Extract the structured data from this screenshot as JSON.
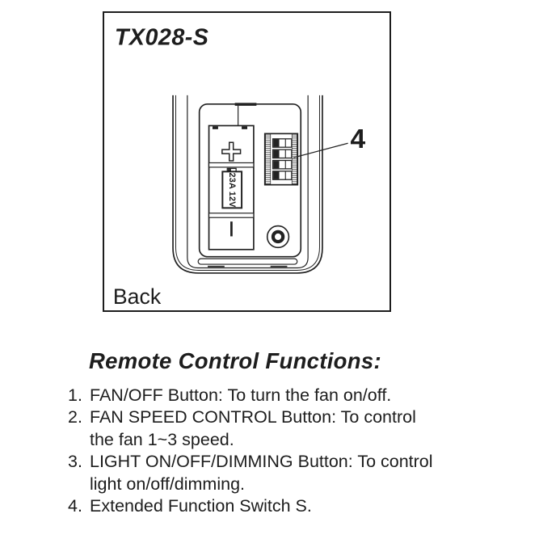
{
  "page": {
    "background": "#ffffff",
    "ink": "#1d1d1d"
  },
  "diagram": {
    "model": "TX028-S",
    "view_label": "Back",
    "callout_number": "4",
    "battery_label": "23A 12V"
  },
  "functions_section": {
    "heading": "Remote Control Functions:",
    "items": [
      {
        "number": "1.",
        "lines": [
          "FAN/OFF Button: To turn the fan on/off."
        ]
      },
      {
        "number": "2.",
        "lines": [
          "FAN SPEED CONTROL Button: To control",
          "the fan 1~3 speed."
        ]
      },
      {
        "number": "3.",
        "lines": [
          "LIGHT ON/OFF/DIMMING Button: To control",
          "light on/off/dimming."
        ]
      },
      {
        "number": "4.",
        "lines": [
          "Extended Function Switch S."
        ]
      }
    ]
  }
}
